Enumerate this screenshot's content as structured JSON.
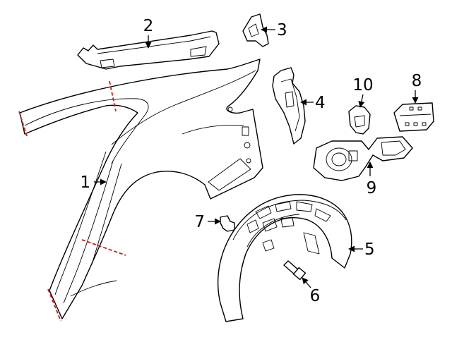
{
  "colors": {
    "line": "#000000",
    "cut_line": "#d11a1a",
    "background": "#ffffff"
  },
  "callouts": [
    {
      "id": "1",
      "label": "1"
    },
    {
      "id": "2",
      "label": "2"
    },
    {
      "id": "3",
      "label": "3"
    },
    {
      "id": "4",
      "label": "4"
    },
    {
      "id": "5",
      "label": "5"
    },
    {
      "id": "6",
      "label": "6"
    },
    {
      "id": "7",
      "label": "7"
    },
    {
      "id": "8",
      "label": "8"
    },
    {
      "id": "9",
      "label": "9"
    },
    {
      "id": "10",
      "label": "10"
    }
  ]
}
